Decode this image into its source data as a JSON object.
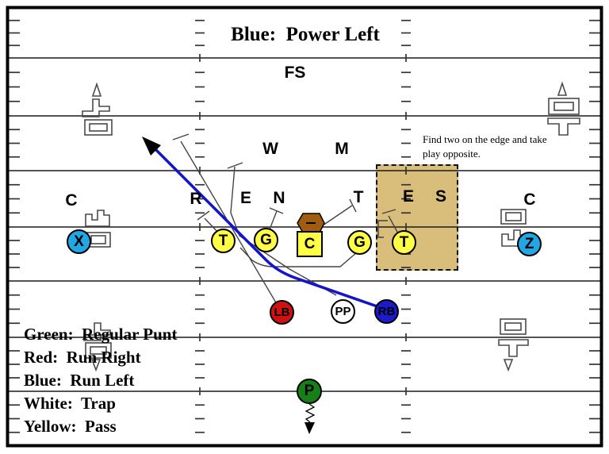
{
  "diagram": {
    "title": "Blue:  Power Left",
    "note_line1": "Find two on the edge and take",
    "note_line2": "play opposite.",
    "legend": [
      "Green:  Regular Punt",
      "Red:  Run Right",
      "Blue:  Run Left",
      "White:  Trap",
      "Yellow:  Pass"
    ]
  },
  "defense": {
    "fs": "FS",
    "w": "W",
    "m": "M",
    "c_left": "C",
    "r": "R",
    "e_left": "E",
    "n": "N",
    "t": "T",
    "e_right": "E",
    "s": "S",
    "c_right": "C"
  },
  "offense": {
    "x": "X",
    "left_tackle": "T",
    "left_guard": "G",
    "center": "C",
    "right_guard": "G",
    "right_tackle": "T",
    "z": "Z",
    "lb": "LB",
    "pp": "PP",
    "rb": "RB",
    "punter": "P"
  },
  "colors": {
    "yellow": "#FFFF45",
    "cyan": "#21A8E4",
    "red": "#CE1212",
    "blue": "#1B1BCD",
    "white": "#FFFFFF",
    "green": "#168016",
    "tan_highlight": "#D9BD7A",
    "route_blue": "#1414CC",
    "ball_brown": "#A15C11"
  }
}
